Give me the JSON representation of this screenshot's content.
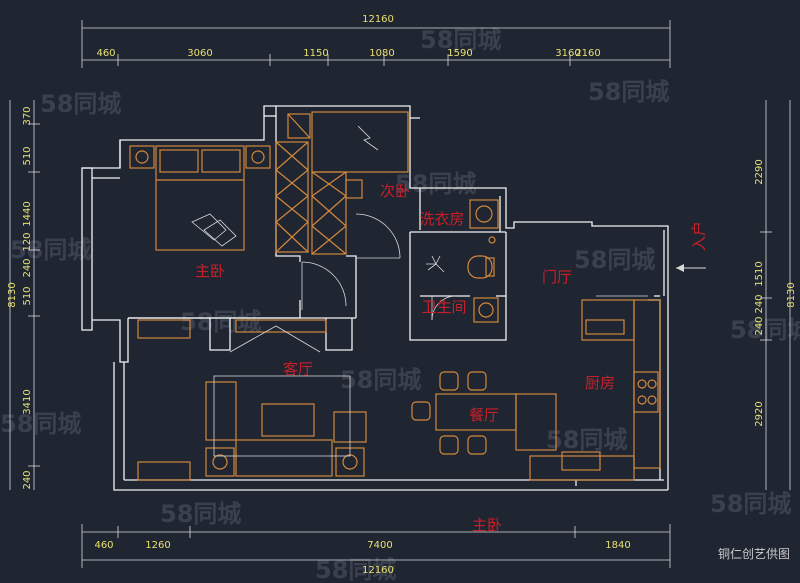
{
  "dimensions": {
    "top_total": "12160",
    "top_segments": [
      "460",
      "3060",
      "1150",
      "1080",
      "1590",
      "3160",
      "2160"
    ],
    "bottom_total": "12160",
    "bottom_segments": [
      "460",
      "1260",
      "7400",
      "1840"
    ],
    "left_total": "8130",
    "left_segments": [
      "370",
      "510",
      "1440",
      "120",
      "240",
      "510",
      "3410",
      "240"
    ],
    "right_total": "8130",
    "right_segments": [
      "2290",
      "1510",
      "240",
      "240",
      "2920"
    ]
  },
  "rooms": {
    "master_bedroom": "主卧",
    "second_bedroom": "次卧",
    "laundry": "洗衣房",
    "bathroom": "卫生间",
    "foyer": "门厅",
    "living_room": "客厅",
    "kitchen": "厨房",
    "dining": "餐厅",
    "bottom_label": "主卧"
  },
  "entrance_label": "入户",
  "credit": "铜仁创艺供图",
  "watermark": "58同城",
  "colors": {
    "background": "#1f2531",
    "wall": "#f2f2f2",
    "furniture": "#d2883c",
    "dimension": "#e8e070",
    "room_label": "#c8202a"
  }
}
